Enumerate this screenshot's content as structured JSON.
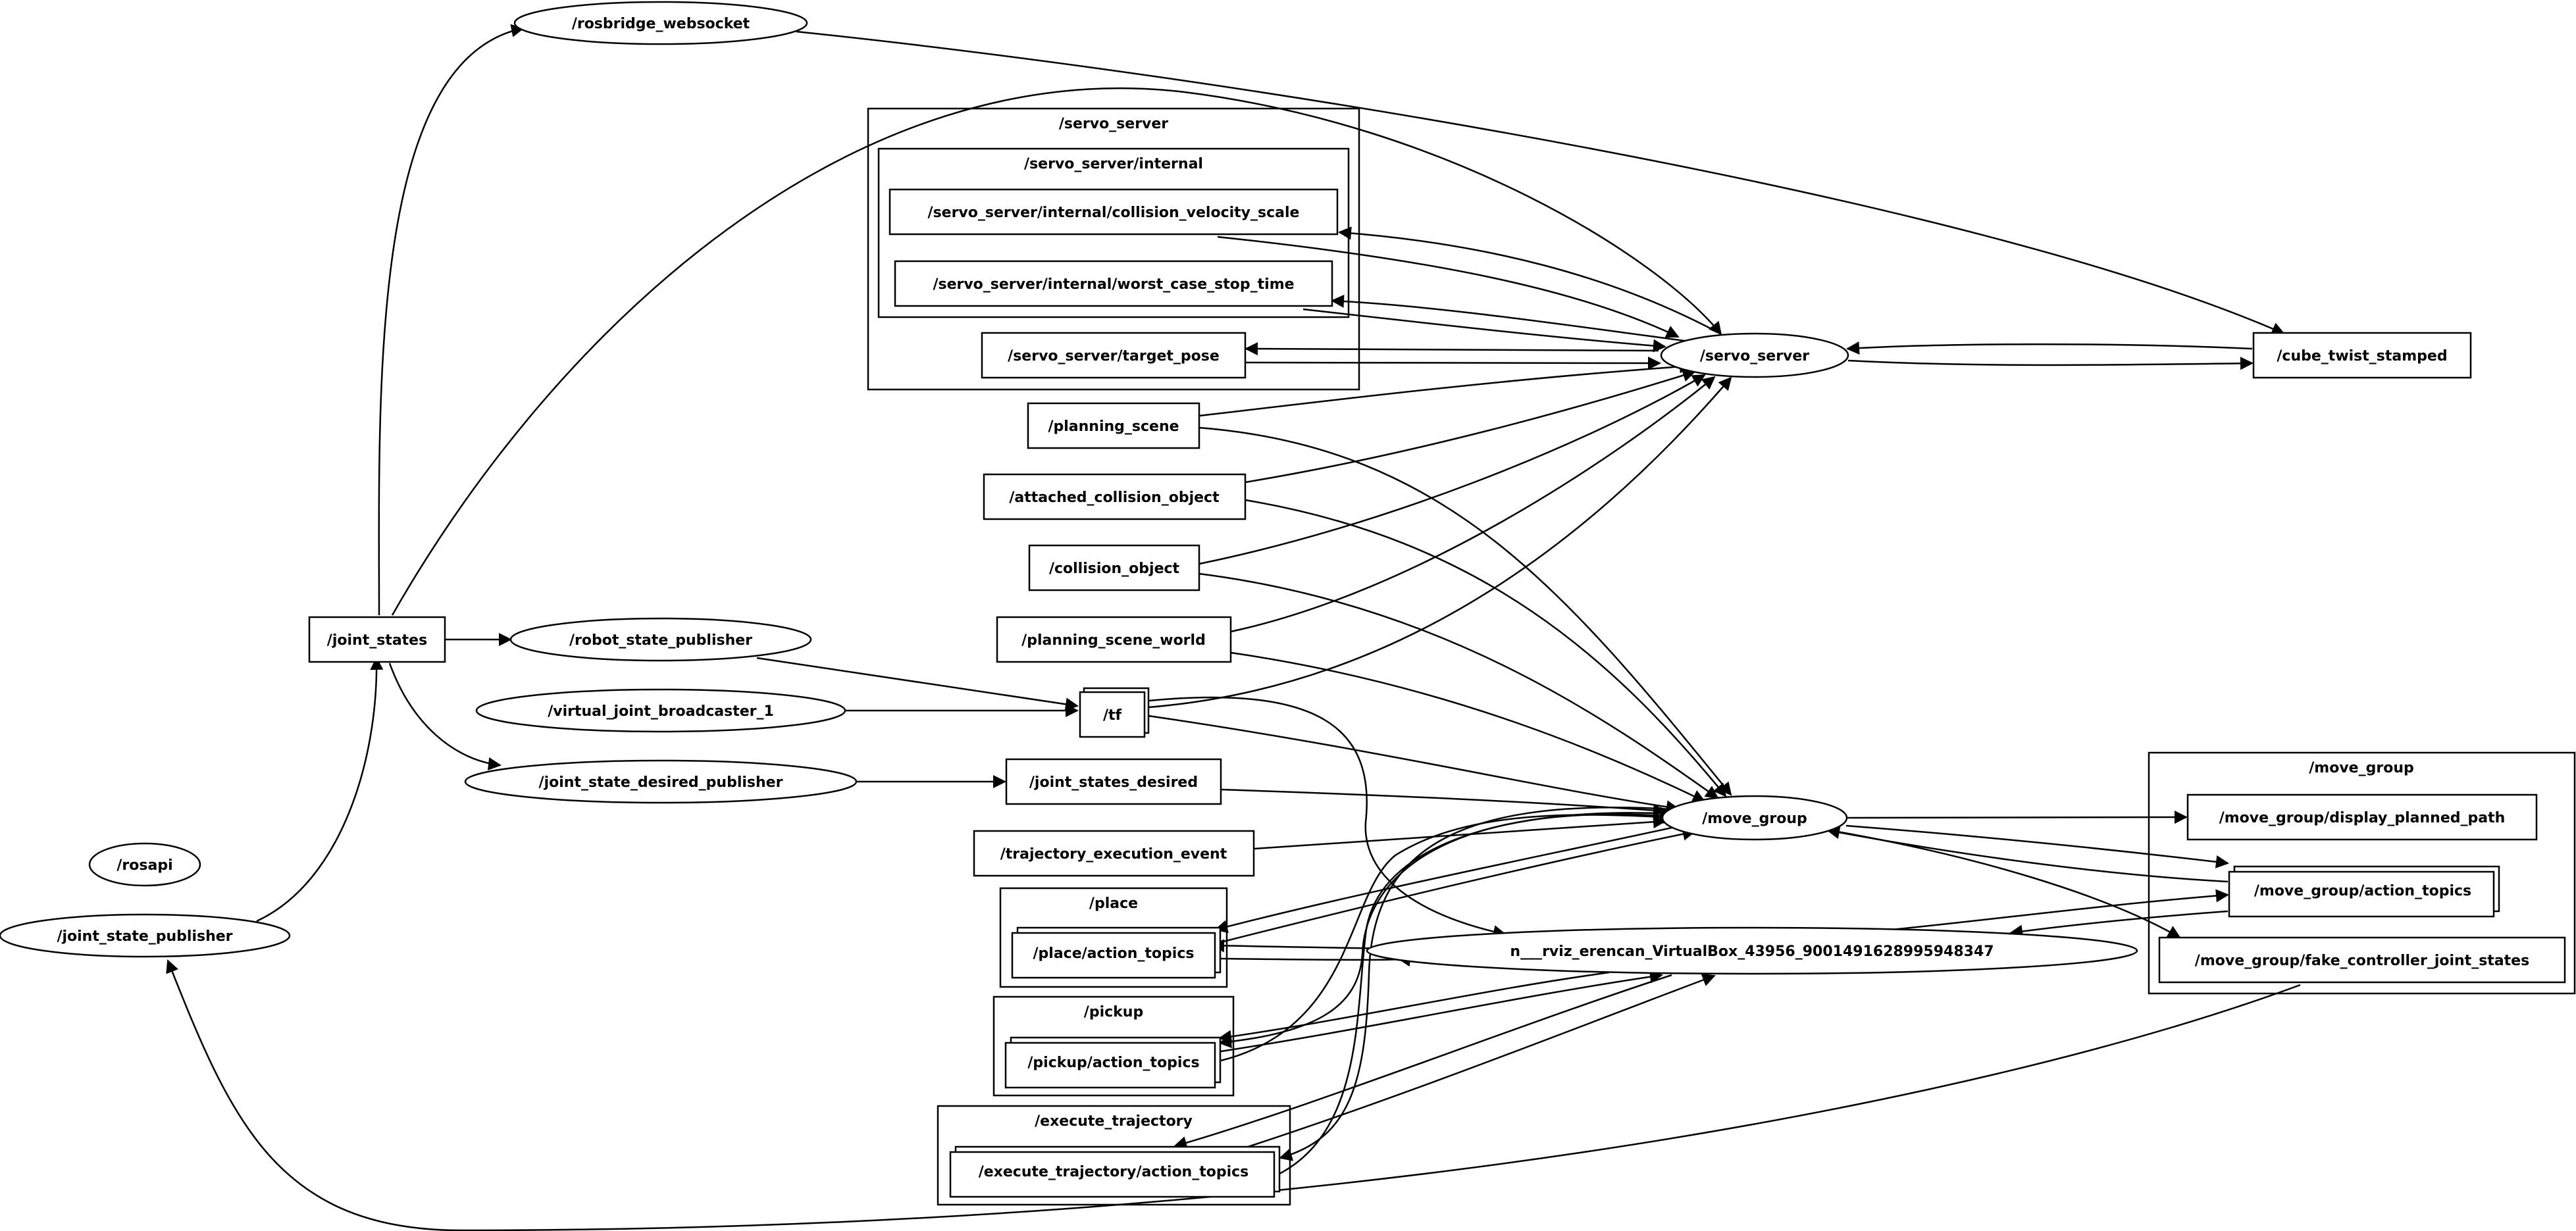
{
  "graph": {
    "nodes": {
      "rosbridge_websocket": "/rosbridge_websocket",
      "joint_states": "/joint_states",
      "robot_state_publisher": "/robot_state_publisher",
      "virtual_joint_broadcaster_1": "/virtual_joint_broadcaster_1",
      "joint_state_desired_publisher": "/joint_state_desired_publisher",
      "rosapi": "/rosapi",
      "joint_state_publisher": "/joint_state_publisher",
      "servo_collision_velocity_scale": "/servo_server/internal/collision_velocity_scale",
      "servo_worst_case_stop_time": "/servo_server/internal/worst_case_stop_time",
      "servo_target_pose": "/servo_server/target_pose",
      "planning_scene": "/planning_scene",
      "attached_collision_object": "/attached_collision_object",
      "collision_object": "/collision_object",
      "planning_scene_world": "/planning_scene_world",
      "tf": "/tf",
      "joint_states_desired": "/joint_states_desired",
      "trajectory_execution_event": "/trajectory_execution_event",
      "place_action_topics": "/place/action_topics",
      "pickup_action_topics": "/pickup/action_topics",
      "execute_trajectory_action_topics": "/execute_trajectory/action_topics",
      "servo_server": "/servo_server",
      "cube_twist_stamped": "/cube_twist_stamped",
      "move_group": "/move_group",
      "rviz": "n___rviz_erencan_VirtualBox_43956_9001491628995948347",
      "move_group_display_planned_path": "/move_group/display_planned_path",
      "move_group_action_topics": "/move_group/action_topics",
      "move_group_fake_controller_joint_states": "/move_group/fake_controller_joint_states"
    },
    "clusters": {
      "servo_server": "/servo_server",
      "servo_server_internal": "/servo_server/internal",
      "place": "/place",
      "pickup": "/pickup",
      "execute_trajectory": "/execute_trajectory",
      "move_group": "/move_group"
    }
  }
}
